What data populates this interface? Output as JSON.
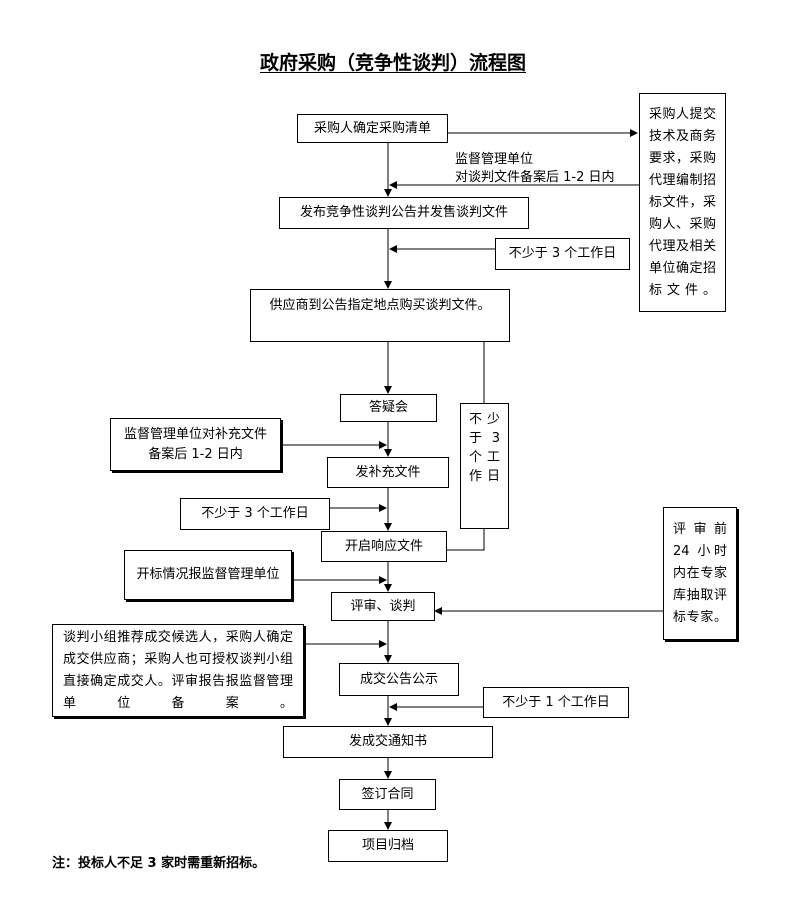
{
  "title": "政府采购（竞争性谈判）流程图",
  "steps": {
    "s1": "采购人确定采购清单",
    "s2": "发布竞争性谈判公告并发售谈判文件",
    "s3": "供应商到公告指定地点购买谈判文件。",
    "s4": "答疑会",
    "s5": "发补充文件",
    "s6": "开启响应文件",
    "s7": "评审、谈判",
    "s8": "成交公告公示",
    "s9": "发成交通知书",
    "s10": "签订合同",
    "s11": "项目归档"
  },
  "notes": {
    "tech_requirements": "采购人提交技术及商务要求，采购代理编制招标文件，采购人、采购代理及相关单位确定招标文件。",
    "supervision_line1": "监督管理单位",
    "supervision_line2": "对谈判文件备案后 1-2 日内",
    "min3days_a": "不少于 3 个工作日",
    "supplement_record": "监督管理单位对补充文件备案后 1-2 日内",
    "min3days_vertical": "不少于 3 个工作日",
    "min3days_b": "不少于 3 个工作日",
    "bid_opening_report": "开标情况报监督管理单位",
    "expert_selection": "评审前 24 小时内在专家库抽取评标专家。",
    "recommendation": "谈判小组推荐成交候选人，采购人确定成交供应商；采购人也可授权谈判小组直接确定成交人。评审报告报监督管理单位备案。",
    "min1day": "不少于 1 个工作日"
  },
  "footnote": "注：投标人不足 3 家时需重新招标。"
}
